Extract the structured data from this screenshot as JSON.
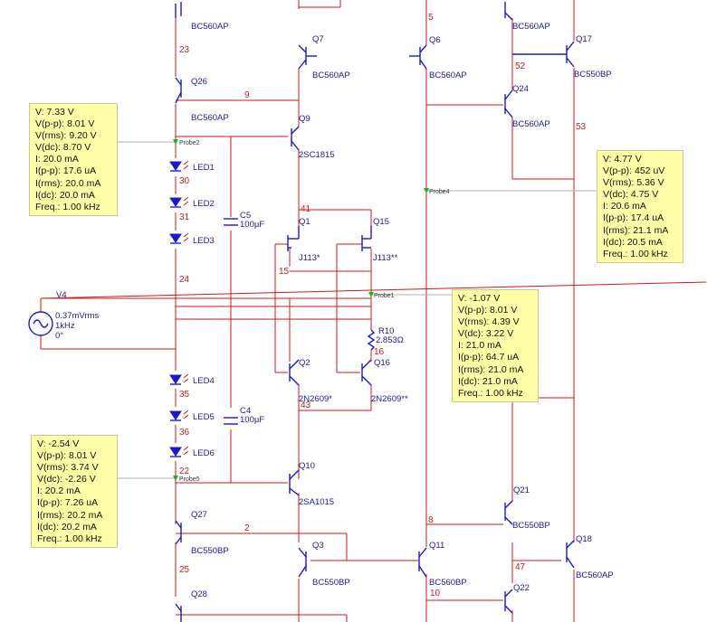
{
  "transistors": {
    "q_top_left": "BC560AP",
    "q7": "Q7",
    "q7_model": "BC560AP",
    "q6": "Q6",
    "q6_model": "BC560AP",
    "q_top_right": "BC560AP",
    "q17": "Q17",
    "q17_model": "BC550BP",
    "q26": "Q26",
    "q26_model": "BC560AP",
    "q9": "Q9",
    "q9_model": "2SC1815",
    "q24": "Q24",
    "q24_model": "BC560AP",
    "q1": "Q1",
    "q1_model": "J113*",
    "q15": "Q15",
    "q15_model": "J113**",
    "q2": "Q2",
    "q2_model": "2N2609*",
    "q16": "Q16",
    "q16_model": "2N2609**",
    "q10": "Q10",
    "q10_model": "2SA1015",
    "q21": "Q21",
    "q21_model": "BC550BP",
    "q27": "Q27",
    "q27_model": "BC550BP",
    "q3": "Q3",
    "q3_model": "BC550BP",
    "q11": "Q11",
    "q11_model": "BC560BP",
    "q18": "Q18",
    "q18_model": "BC560AP",
    "q22": "Q22",
    "q28": "Q28"
  },
  "leds": [
    "LED1",
    "LED2",
    "LED3",
    "LED4",
    "LED5",
    "LED6"
  ],
  "capacitors": [
    {
      "name": "C5",
      "value": "100µF"
    },
    {
      "name": "C4",
      "value": "100µF"
    }
  ],
  "resistor": {
    "name": "R10",
    "value": "2.853Ω"
  },
  "source": {
    "name": "V4",
    "amplitude": "0.37mVrms",
    "freq": "1kHz",
    "phase": "0°"
  },
  "nets": [
    "23",
    "9",
    "5",
    "52",
    "53",
    "30",
    "31",
    "24",
    "41",
    "15",
    "16",
    "35",
    "43",
    "36",
    "22",
    "8",
    "2",
    "47",
    "25",
    "10"
  ],
  "probes": [
    "Probe2",
    "Probe4",
    "Probe1",
    "Probe5"
  ],
  "probe_readouts": {
    "probe2": {
      "v": "V: 7.33 V",
      "vpp": "V(p-p): 8.01 V",
      "vrms": "V(rms): 9.20 V",
      "vdc": "V(dc): 8.70 V",
      "i": "I: 20.0 mA",
      "ipp": "I(p-p): 17.6 uA",
      "irms": "I(rms): 20.0 mA",
      "idc": "I(dc): 20.0 mA",
      "freq": "Freq.: 1.00 kHz"
    },
    "probe4": {
      "v": "V: 4.77 V",
      "vpp": "V(p-p): 452 uV",
      "vrms": "V(rms): 5.36 V",
      "vdc": "V(dc): 4.75 V",
      "i": "I: 20.6 mA",
      "ipp": "I(p-p): 17.4 uA",
      "irms": "I(rms): 21.1 mA",
      "idc": "I(dc): 20.5 mA",
      "freq": "Freq.: 1.00 kHz"
    },
    "probe1": {
      "v": "V: -1.07 V",
      "vpp": "V(p-p): 8.01 V",
      "vrms": "V(rms): 4.39 V",
      "vdc": "V(dc): 3.22 V",
      "i": "I: 21.0 mA",
      "ipp": "I(p-p): 64.7 uA",
      "irms": "I(rms): 21.0 mA",
      "idc": "I(dc): 21.0 mA",
      "freq": "Freq.: 1.00 kHz"
    },
    "probe5": {
      "v": "V: -2.54 V",
      "vpp": "V(p-p): 8.01 V",
      "vrms": "V(rms): 3.74 V",
      "vdc": "V(dc): -2.26 V",
      "i": "I: 20.2 mA",
      "ipp": "I(p-p): 7.26 uA",
      "irms": "I(rms): 20.2 mA",
      "idc": "I(dc): 20.2 mA",
      "freq": "Freq.: 1.00 kHz"
    }
  }
}
